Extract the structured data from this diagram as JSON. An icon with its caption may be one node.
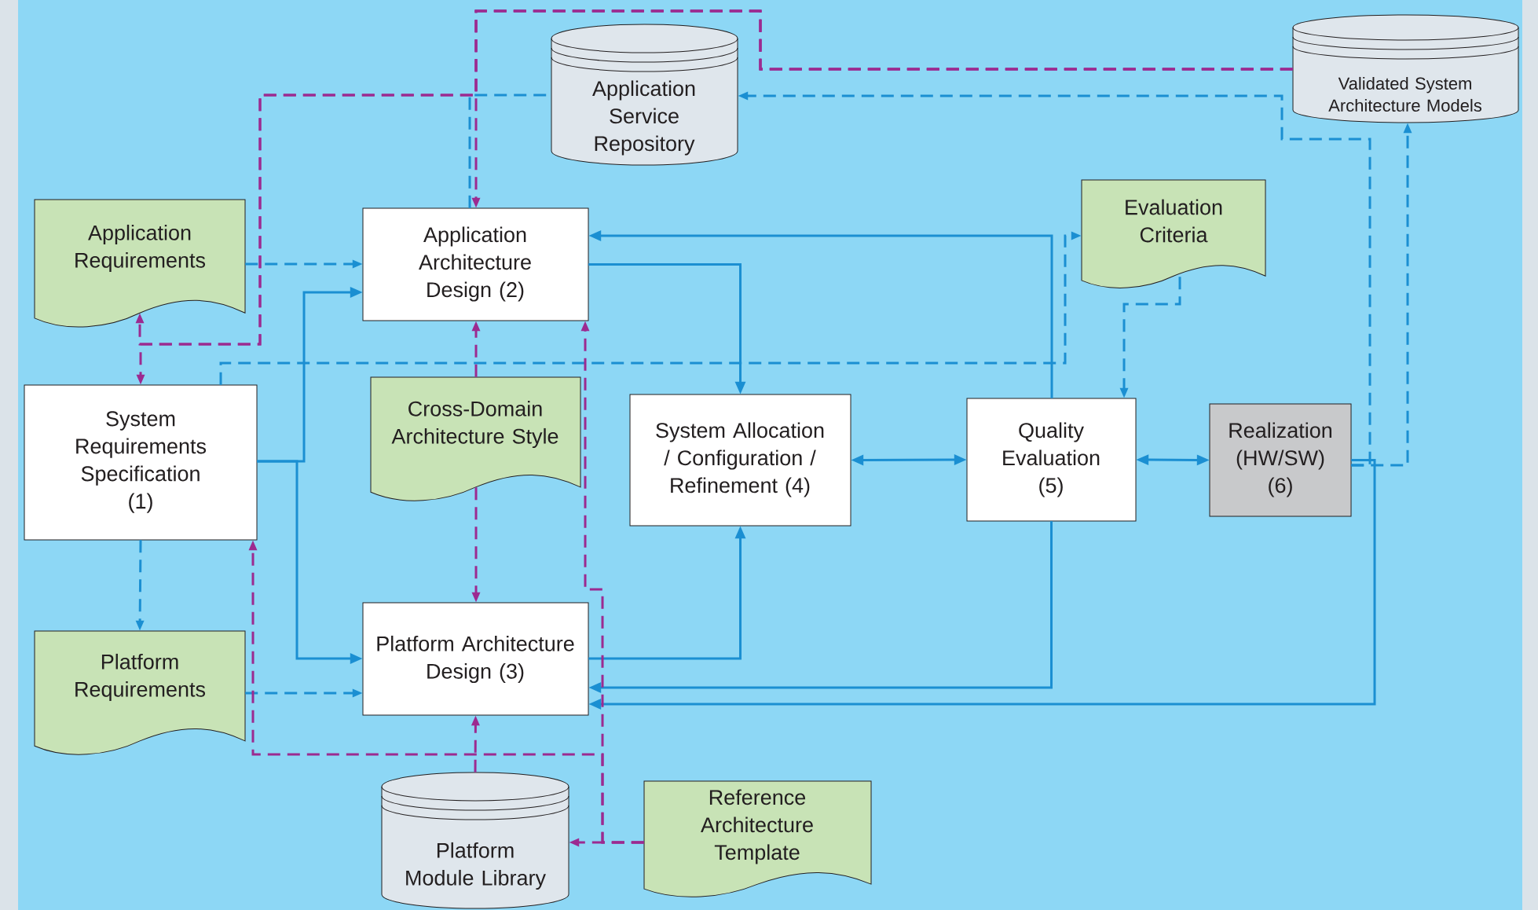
{
  "diagram": {
    "nodes": [
      {
        "text": [
          "Application Service Repository"
        ]
      },
      {
        "text": [
          "Validated System Architecture Models"
        ]
      },
      {
        "text": [
          "Application Requirements"
        ]
      },
      {
        "text": [
          "Application Architecture Design (2)"
        ]
      },
      {
        "text": [
          "Evaluation Criteria"
        ]
      },
      {
        "text": [
          "System Requirements Specification (1)"
        ]
      },
      {
        "text": [
          "Cross-Domain Architecture Style"
        ]
      },
      {
        "text": [
          "System Allocation / Configuration / Refinement (4)"
        ]
      },
      {
        "text": [
          "Quality Evaluation (5)"
        ]
      },
      {
        "text": [
          "Realization (HW/SW) (6)"
        ]
      },
      {
        "text": [
          "Platform Requirements"
        ]
      },
      {
        "text": [
          "Platform Architecture Design (3)"
        ]
      },
      {
        "text": [
          "Platform Module Library"
        ]
      },
      {
        "text": [
          "Reference Architecture Template"
        ]
      }
    ],
    "edges": [
      {
        "from": 5,
        "to": 3,
        "arrow": "to"
      },
      {
        "from": 5,
        "to": 11,
        "arrow": "to"
      },
      {
        "from": 3,
        "to": 7,
        "arrow": "to"
      },
      {
        "from": 11,
        "to": 7,
        "arrow": "to"
      },
      {
        "from": 7,
        "to": 8,
        "arrow": "both"
      },
      {
        "from": 8,
        "to": 9,
        "arrow": "both"
      },
      {
        "from": 8,
        "to": 3,
        "arrow": "to"
      },
      {
        "from": 8,
        "to": 11,
        "arrow": "to"
      },
      {
        "from": 9,
        "to": 11,
        "arrow": "to"
      },
      {
        "from": 2,
        "to": 3,
        "arrow": "to",
        "style": "dashed"
      },
      {
        "from": 10,
        "to": 11,
        "arrow": "to",
        "style": "dashed"
      },
      {
        "from": 5,
        "to": 10,
        "arrow": "to",
        "style": "dashed"
      },
      {
        "from": 5,
        "to": 4,
        "arrow": "to",
        "style": "dashed"
      },
      {
        "from": 4,
        "to": 8,
        "arrow": "to",
        "style": "dashed"
      },
      {
        "from": 9,
        "to": 0,
        "arrow": "to",
        "style": "dashed"
      },
      {
        "from": 9,
        "to": 1,
        "arrow": "to",
        "style": "dashed"
      },
      {
        "from": 3,
        "to": 0,
        "arrow": "none",
        "style": "dashed"
      },
      {
        "from": 1,
        "to": 3,
        "arrow": "to",
        "style": "dashed",
        "color": "#9c2a90"
      },
      {
        "from": 1,
        "to": 5,
        "arrow": "to",
        "style": "dashed",
        "color": "#9c2a90"
      },
      {
        "from": 1,
        "to": 2,
        "arrow": "to",
        "style": "dashed",
        "color": "#9c2a90"
      },
      {
        "from": 6,
        "to": 3,
        "arrow": "to",
        "style": "dashed",
        "color": "#9c2a90"
      },
      {
        "from": 6,
        "to": 11,
        "arrow": "to",
        "style": "dashed",
        "color": "#9c2a90"
      },
      {
        "from": 12,
        "to": 11,
        "arrow": "to",
        "style": "dashed",
        "color": "#9c2a90"
      },
      {
        "from": 13,
        "to": 12,
        "arrow": "to",
        "style": "dashed",
        "color": "#9c2a90"
      },
      {
        "from": 13,
        "to": 5,
        "arrow": "to",
        "style": "dashed",
        "color": "#9c2a90"
      },
      {
        "from": 13,
        "to": 3,
        "arrow": "to",
        "style": "dashed",
        "color": "#9c2a90"
      }
    ]
  }
}
